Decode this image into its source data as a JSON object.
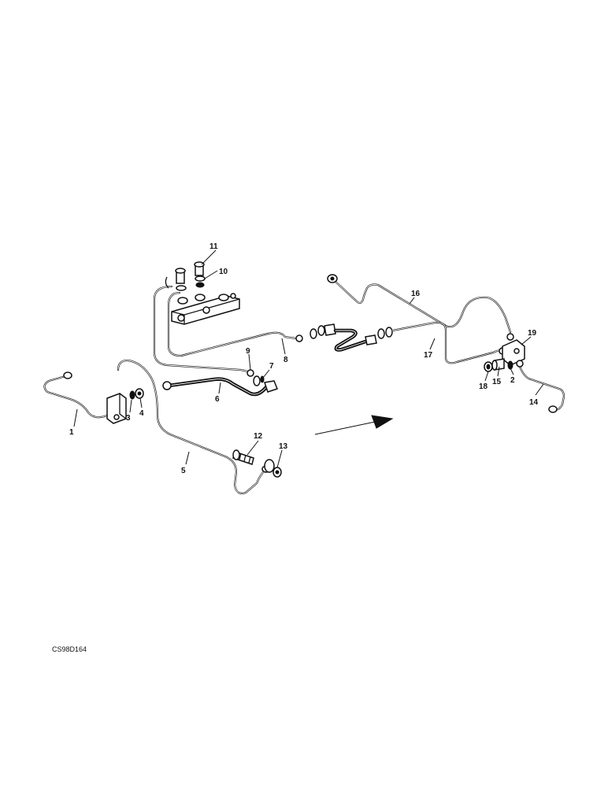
{
  "figure": {
    "reference_code": "CS98D164",
    "callouts": [
      {
        "id": "c1",
        "label": "1"
      },
      {
        "id": "c2",
        "label": "2"
      },
      {
        "id": "c3",
        "label": "3"
      },
      {
        "id": "c4",
        "label": "4"
      },
      {
        "id": "c5",
        "label": "5"
      },
      {
        "id": "c6",
        "label": "6"
      },
      {
        "id": "c7",
        "label": "7"
      },
      {
        "id": "c8",
        "label": "8"
      },
      {
        "id": "c9",
        "label": "9"
      },
      {
        "id": "c10",
        "label": "10"
      },
      {
        "id": "c11",
        "label": "11"
      },
      {
        "id": "c12",
        "label": "12"
      },
      {
        "id": "c13",
        "label": "13"
      },
      {
        "id": "c14",
        "label": "14"
      },
      {
        "id": "c15",
        "label": "15"
      },
      {
        "id": "c16",
        "label": "16"
      },
      {
        "id": "c17",
        "label": "17"
      },
      {
        "id": "c18",
        "label": "18"
      },
      {
        "id": "c19",
        "label": "19"
      }
    ],
    "colors": {
      "line": "#111111",
      "background": "#ffffff"
    }
  }
}
